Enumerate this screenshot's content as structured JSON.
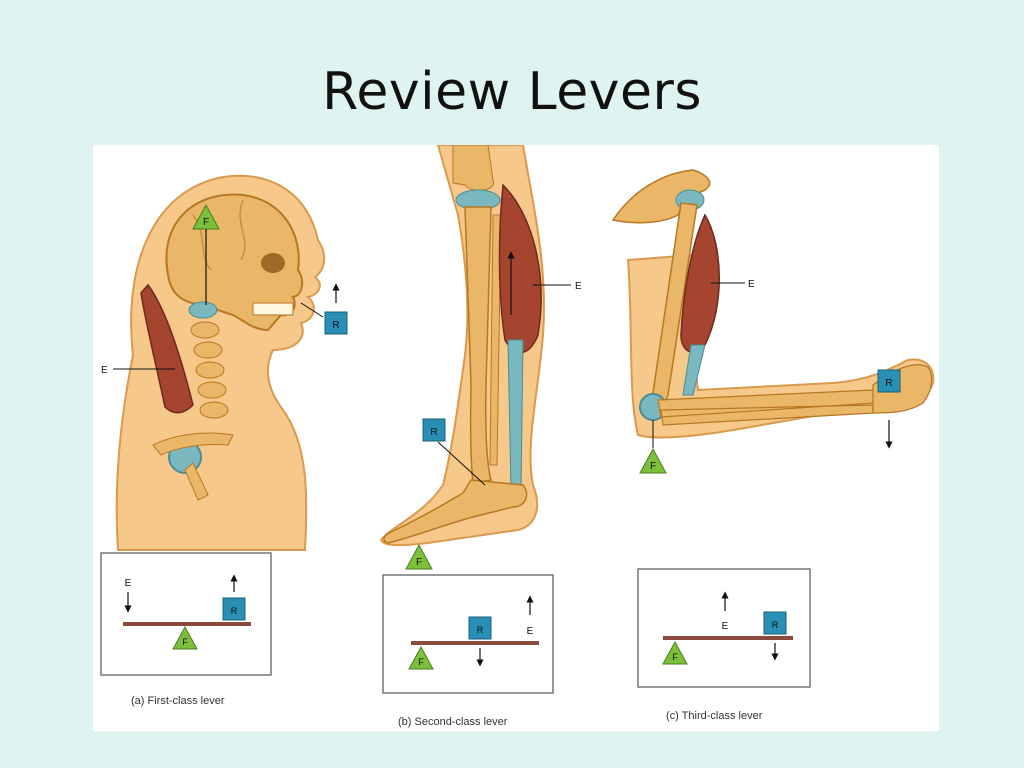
{
  "slide": {
    "title": "Review Levers"
  },
  "figure": {
    "labels": {
      "fulcrum": "F",
      "resistance": "R",
      "effort": "E"
    },
    "captions": {
      "a": "(a) First-class lever",
      "b": "(b) Second-class lever",
      "c": "(c) Third-class lever"
    },
    "colors": {
      "bone": "#e9b25a",
      "bone_dark": "#b87722",
      "skin": "#f6c88a",
      "muscle": "#a5442f",
      "cartilage": "#7ab8c0",
      "fulcrum": "#7cbf3b",
      "resistance": "#2a8fb4",
      "beam": "#8b4a3c"
    }
  }
}
